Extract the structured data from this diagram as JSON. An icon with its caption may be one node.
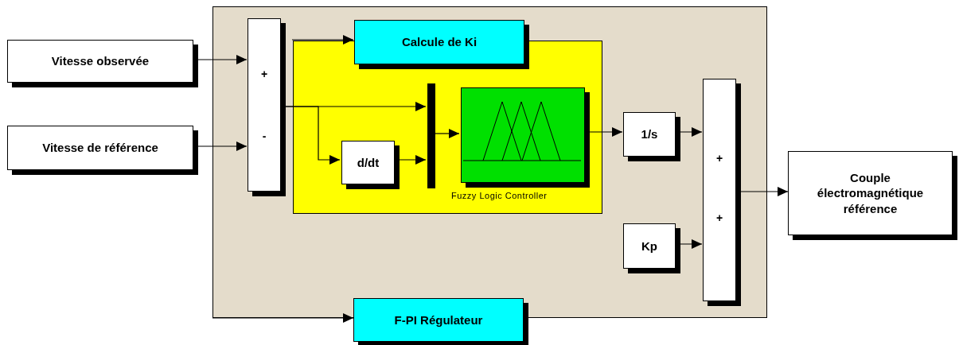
{
  "diagram": {
    "nodes": [
      {
        "text": [],
        "shape": "box"
      },
      {
        "text": [
          "Vitesse observée"
        ]
      },
      {
        "text": [
          "Vitesse de référence"
        ]
      },
      {
        "text": [
          "+",
          "-"
        ],
        "in": 0
      },
      {
        "text": [
          "Calcule de Ki"
        ],
        "in": 0
      },
      {
        "text": [],
        "shape": "box",
        "in": 0
      },
      {
        "text": [],
        "shape": "bar",
        "in": 5
      },
      {
        "text": [
          "d/dt"
        ],
        "in": 5
      },
      {
        "text": [],
        "shape": "box",
        "in": 5,
        "beside": [
          "Fuzzy Logic Controller"
        ]
      },
      {
        "text": [
          "1/s"
        ],
        "in": 0
      },
      {
        "text": [
          "Kp"
        ],
        "in": 0
      },
      {
        "text": [
          "+",
          "+"
        ],
        "in": 0
      },
      {
        "text": [
          "F-PI Régulateur"
        ]
      },
      {
        "text": [
          "Couple électromagnétique référence"
        ]
      }
    ],
    "edges": [
      {
        "from": 1,
        "to": 3,
        "arrow": "to"
      },
      {
        "from": 2,
        "to": 3,
        "arrow": "to"
      },
      {
        "from": 3,
        "to": 6,
        "arrow": "to"
      },
      {
        "from": 3,
        "to": 7,
        "arrow": "to"
      },
      {
        "from": 7,
        "to": 6,
        "arrow": "to"
      },
      {
        "from": 6,
        "to": 8,
        "arrow": "to"
      },
      {
        "from": 8,
        "to": 9,
        "arrow": "to"
      },
      {
        "from": 9,
        "to": 11,
        "arrow": "to"
      },
      {
        "from": 10,
        "to": 11,
        "arrow": "to"
      },
      {
        "from": 11,
        "to": 13,
        "arrow": "to"
      },
      {
        "from": 5,
        "to": 4,
        "arrow": "to"
      },
      {
        "from": 0,
        "to": 12,
        "arrow": "to"
      }
    ]
  }
}
